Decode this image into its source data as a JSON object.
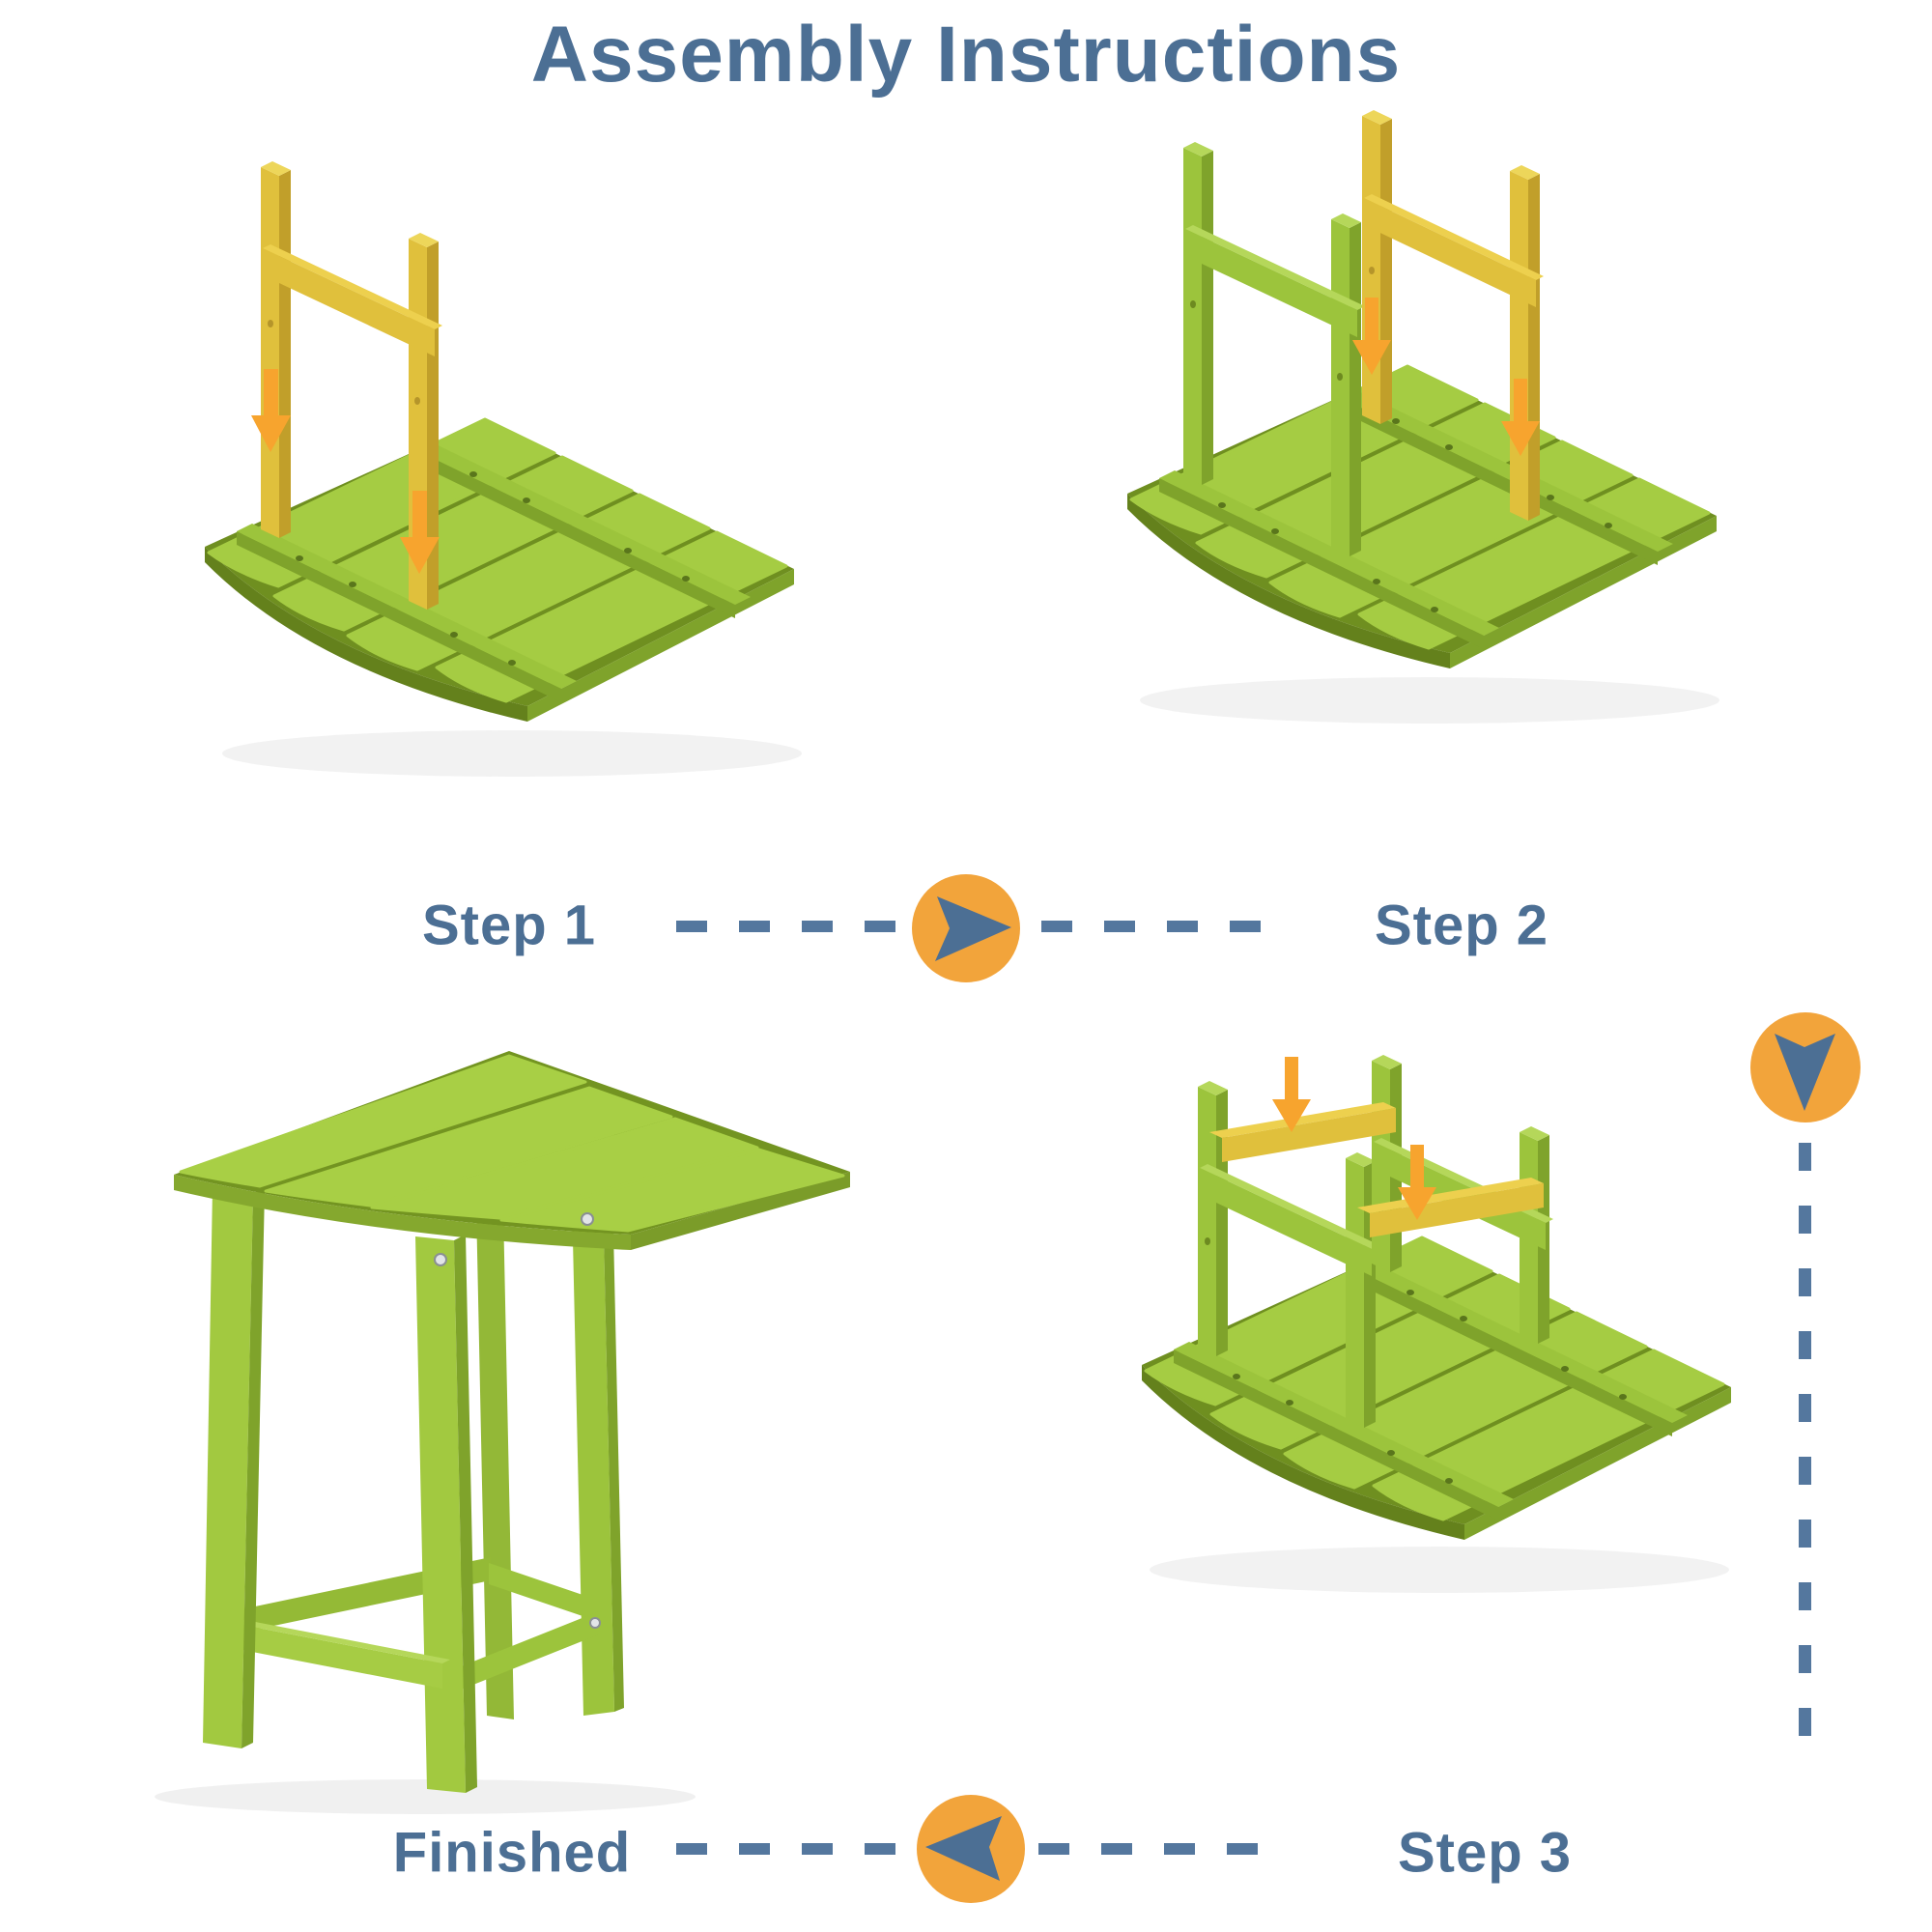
{
  "title": "Assembly Instructions",
  "labels": {
    "step1": "Step 1",
    "step2": "Step 2",
    "step3": "Step 3",
    "finished": "Finished"
  },
  "connectors": {
    "row1_icon": "arrow-right-icon",
    "row2_icon": "arrow-left-icon",
    "side_icon": "arrow-down-icon",
    "style": "dashed"
  },
  "panels": [
    {
      "id": "step1",
      "label": "Step 1"
    },
    {
      "id": "step2",
      "label": "Step 2"
    },
    {
      "id": "finished",
      "label": "Finished"
    },
    {
      "id": "step3",
      "label": "Step 3"
    }
  ],
  "colors": {
    "text_blue": "#4c6f94",
    "dash_blue": "#54779e",
    "badge_orange": "#f2a43b",
    "arrow_orange": "#f7a42e",
    "green_main": "#a5cc43",
    "green_light": "#b5d75a",
    "green_dark": "#7fa32b",
    "green_shadow": "#6f8f20",
    "yellow_main": "#e0c03c",
    "yellow_light": "#edd04e",
    "yellow_dark": "#c19f2a",
    "background": "#ffffff"
  }
}
